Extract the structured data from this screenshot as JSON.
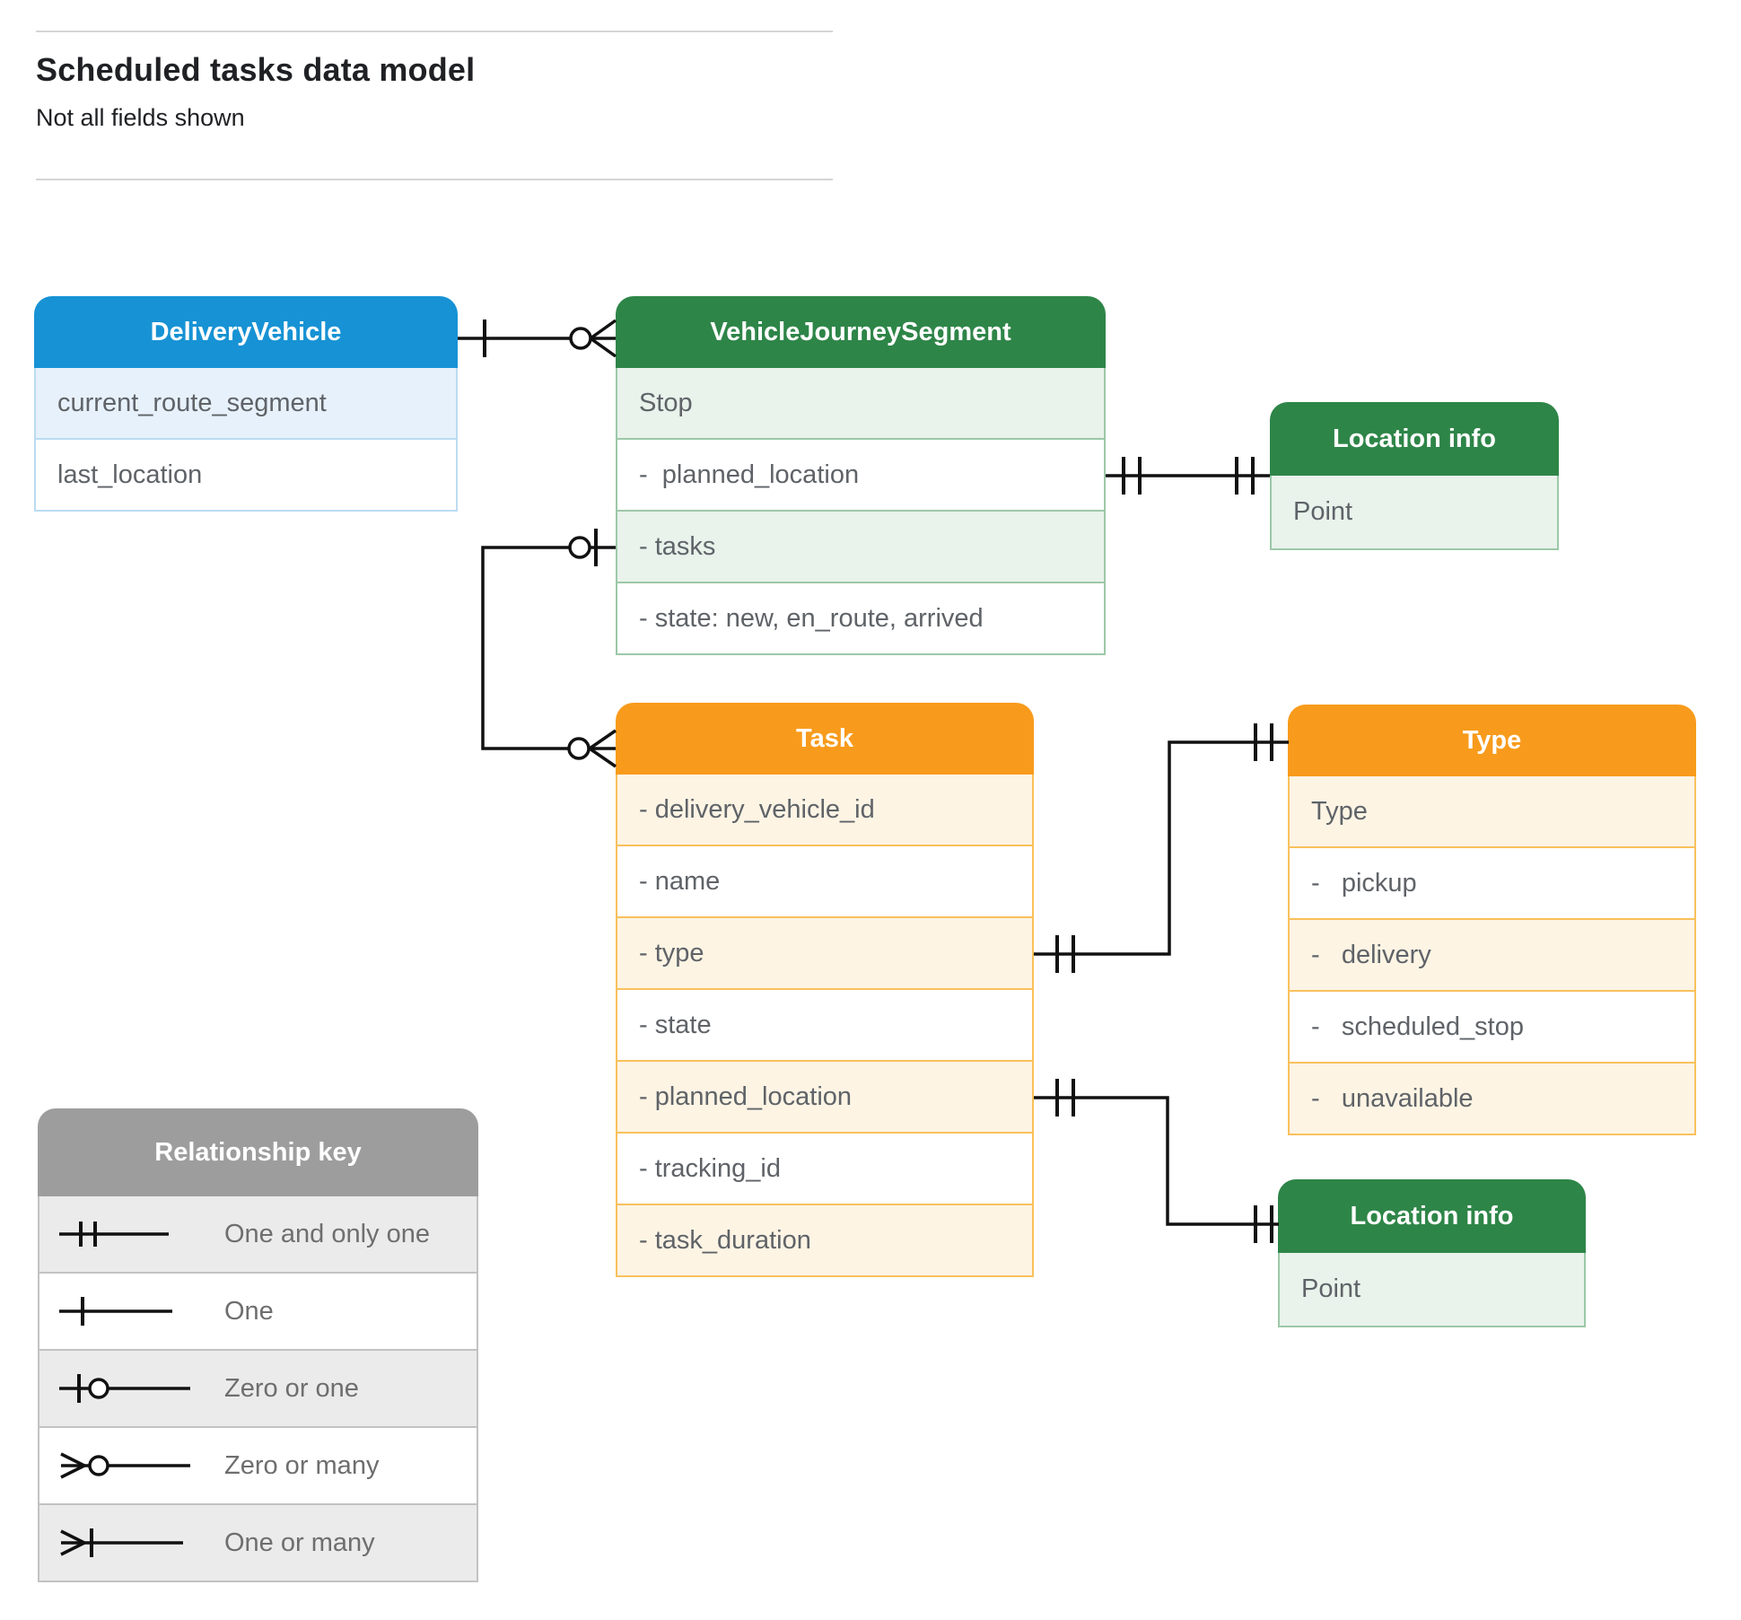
{
  "page": {
    "title": "Scheduled tasks data model",
    "subtitle": "Not all fields shown"
  },
  "entities": {
    "delivery_vehicle": {
      "title": "DeliveryVehicle",
      "rows": [
        "current_route_segment",
        "last_location"
      ]
    },
    "vehicle_journey_segment": {
      "title": "VehicleJourneySegment",
      "rows": [
        "Stop",
        "-  planned_location",
        "- tasks",
        "- state: new, en_route, arrived"
      ]
    },
    "location_info_top": {
      "title": "Location info",
      "rows": [
        "Point"
      ]
    },
    "task": {
      "title": "Task",
      "rows": [
        "- delivery_vehicle_id",
        "- name",
        "- type",
        "- state",
        "- planned_location",
        "- tracking_id",
        "- task_duration"
      ]
    },
    "type": {
      "title": "Type",
      "rows": [
        "Type",
        "-   pickup",
        "-   delivery",
        "-   scheduled_stop",
        "-   unavailable"
      ]
    },
    "location_info_bottom": {
      "title": "Location info",
      "rows": [
        "Point"
      ]
    }
  },
  "relationship_key": {
    "title": "Relationship key",
    "items": [
      {
        "glyph": "one-and-only-one",
        "label": "One and only one"
      },
      {
        "glyph": "one",
        "label": "One"
      },
      {
        "glyph": "zero-or-one",
        "label": "Zero or one"
      },
      {
        "glyph": "zero-or-many",
        "label": "Zero or many"
      },
      {
        "glyph": "one-or-many",
        "label": "One or many"
      }
    ]
  },
  "relationships": [
    {
      "from": "DeliveryVehicle",
      "to": "VehicleJourneySegment",
      "from_cardinality": "one",
      "to_cardinality": "zero-or-many"
    },
    {
      "from": "VehicleJourneySegment.planned_location",
      "to": "Location info (top)",
      "from_cardinality": "one-and-only-one",
      "to_cardinality": "one-and-only-one"
    },
    {
      "from": "VehicleJourneySegment.tasks",
      "to": "Task",
      "from_cardinality": "zero-or-one",
      "to_cardinality": "zero-or-many"
    },
    {
      "from": "Task.type",
      "to": "Type",
      "from_cardinality": "one-and-only-one",
      "to_cardinality": "one-and-only-one"
    },
    {
      "from": "Task.planned_location",
      "to": "Location info (bottom)",
      "from_cardinality": "one-and-only-one",
      "to_cardinality": "one-and-only-one"
    }
  ],
  "colors": {
    "blue_header": "#1792d4",
    "blue_row": "#e7f1fb",
    "blue_border": "#bbdcf2",
    "green_header": "#2e8548",
    "green_row": "#e9f2eb",
    "green_border": "#9cc8a8",
    "orange_header": "#f89b1c",
    "orange_row": "#fdf4e4",
    "orange_border": "#f9c15c",
    "gray_header": "#9d9d9d",
    "gray_row": "#ebebeb",
    "gray_border": "#c2c2c2"
  }
}
